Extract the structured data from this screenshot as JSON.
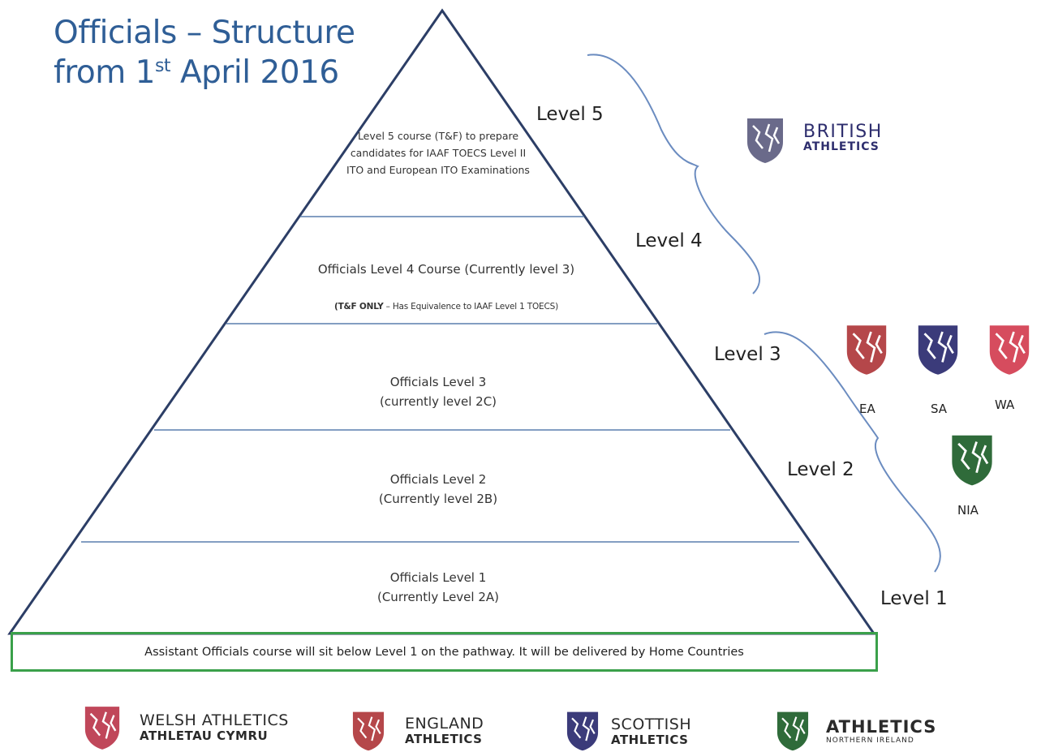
{
  "title": {
    "line1": "Officials – Structure",
    "line2_prefix": "from 1",
    "line2_sup": "st",
    "line2_suffix": " April 2016"
  },
  "pyramid": {
    "tier5_text": "Level 5 course (T&F) to prepare candidates for IAAF TOECS Level II ITO and European ITO Examinations",
    "tier4_main": "Officials Level 4 Course (Currently level 3)",
    "tier4_note_bold": "(T&F ONLY",
    "tier4_note_rest": " – Has Equivalence to IAAF Level 1 TOECS)",
    "tier3_line1": "Officials Level 3",
    "tier3_line2": "(currently level 2C)",
    "tier2_line1": "Officials Level 2",
    "tier2_line2": "(Currently level 2B)",
    "tier1_line1": "Officials Level 1",
    "tier1_line2": "(Currently Level 2A)"
  },
  "levels": [
    "Level 5",
    "Level 4",
    "Level 3",
    "Level 2",
    "Level 1"
  ],
  "assistant_note": "Assistant Officials course will sit below Level 1 on the pathway.  It will be delivered by Home Countries",
  "british_athletics": {
    "word1": "BRITISH",
    "word2": "ATHLETICS"
  },
  "home_countries": [
    "EA",
    "SA",
    "WA",
    "NIA"
  ],
  "footer_logos": {
    "welsh": {
      "line1": "WELSH ATHLETICS",
      "line2": "ATHLETAU CYMRU"
    },
    "england": {
      "line1": "ENGLAND",
      "line2": "ATHLETICS"
    },
    "scottish": {
      "line1": "SCOTTISH",
      "line2": "ATHLETICS"
    },
    "ni": {
      "line1": "ATHLETICS",
      "line2": "NORTHERN IRELAND"
    }
  },
  "colors": {
    "title": "#2f5e96",
    "pyramid_outline": "#2c3e66",
    "tier_line": "#5a7fae",
    "assist_border": "#3aa04a",
    "brace": "#6b8cc0",
    "shield_red": "#b5474a",
    "shield_navy": "#3b3b7a",
    "shield_pink": "#d64c5e",
    "shield_green": "#2f6b3a"
  }
}
